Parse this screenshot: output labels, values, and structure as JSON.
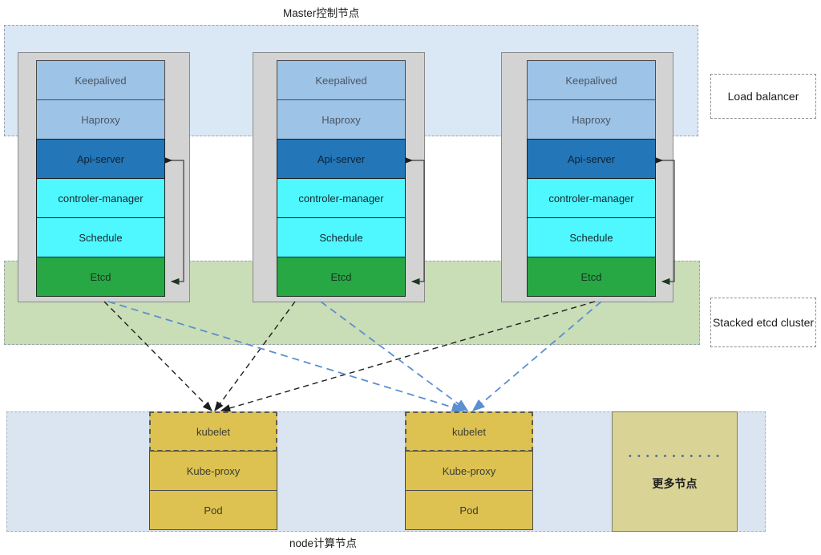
{
  "diagram": {
    "master_title": "Master控制节点",
    "node_title": "node计算节点",
    "legend": {
      "load_balancer": "Load balancer",
      "stacked_etcd": "Stacked etcd cluster"
    },
    "master_columns": [
      {
        "id": "master-1",
        "cells": [
          {
            "label": "Keepalived",
            "role": "keepalived"
          },
          {
            "label": "Haproxy",
            "role": "haproxy"
          },
          {
            "label": "Api-server",
            "role": "api-server"
          },
          {
            "label": "controler-manager",
            "role": "controller-manager"
          },
          {
            "label": "Schedule",
            "role": "scheduler"
          },
          {
            "label": "Etcd",
            "role": "etcd"
          }
        ]
      },
      {
        "id": "master-2",
        "cells": [
          {
            "label": "Keepalived",
            "role": "keepalived"
          },
          {
            "label": "Haproxy",
            "role": "haproxy"
          },
          {
            "label": "Api-server",
            "role": "api-server"
          },
          {
            "label": "controler-manager",
            "role": "controller-manager"
          },
          {
            "label": "Schedule",
            "role": "scheduler"
          },
          {
            "label": "Etcd",
            "role": "etcd"
          }
        ]
      },
      {
        "id": "master-3",
        "cells": [
          {
            "label": "Keepalived",
            "role": "keepalived"
          },
          {
            "label": "Haproxy",
            "role": "haproxy"
          },
          {
            "label": "Api-server",
            "role": "api-server"
          },
          {
            "label": "controler-manager",
            "role": "controller-manager"
          },
          {
            "label": "Schedule",
            "role": "scheduler"
          },
          {
            "label": "Etcd",
            "role": "etcd"
          }
        ]
      }
    ],
    "node_columns": [
      {
        "id": "node-1",
        "cells": [
          {
            "label": "kubelet",
            "role": "kubelet"
          },
          {
            "label": "Kube-proxy",
            "role": "kube-proxy"
          },
          {
            "label": "Pod",
            "role": "pod"
          }
        ]
      },
      {
        "id": "node-2",
        "cells": [
          {
            "label": "kubelet",
            "role": "kubelet"
          },
          {
            "label": "Kube-proxy",
            "role": "kube-proxy"
          },
          {
            "label": "Pod",
            "role": "pod"
          }
        ]
      }
    ],
    "more_node": {
      "dots": "• • • • • • • • • • •",
      "label": "更多节点"
    },
    "colors": {
      "load_balancer_band": "#dae8f6",
      "etcd_band": "#c9ddb7",
      "node_band": "#dbe5f1",
      "master_frame": "#d3d3d3",
      "keepalived": "#9dc3e6",
      "haproxy": "#9dc3e6",
      "api_server": "#2376b8",
      "controller_manager": "#4ff7ff",
      "scheduler": "#4ff7ff",
      "etcd": "#28a745",
      "node_cell": "#ddc252",
      "more_node": "#d9d396",
      "wire_black": "#1f1f1f",
      "wire_blue": "#5b8fd0"
    }
  }
}
